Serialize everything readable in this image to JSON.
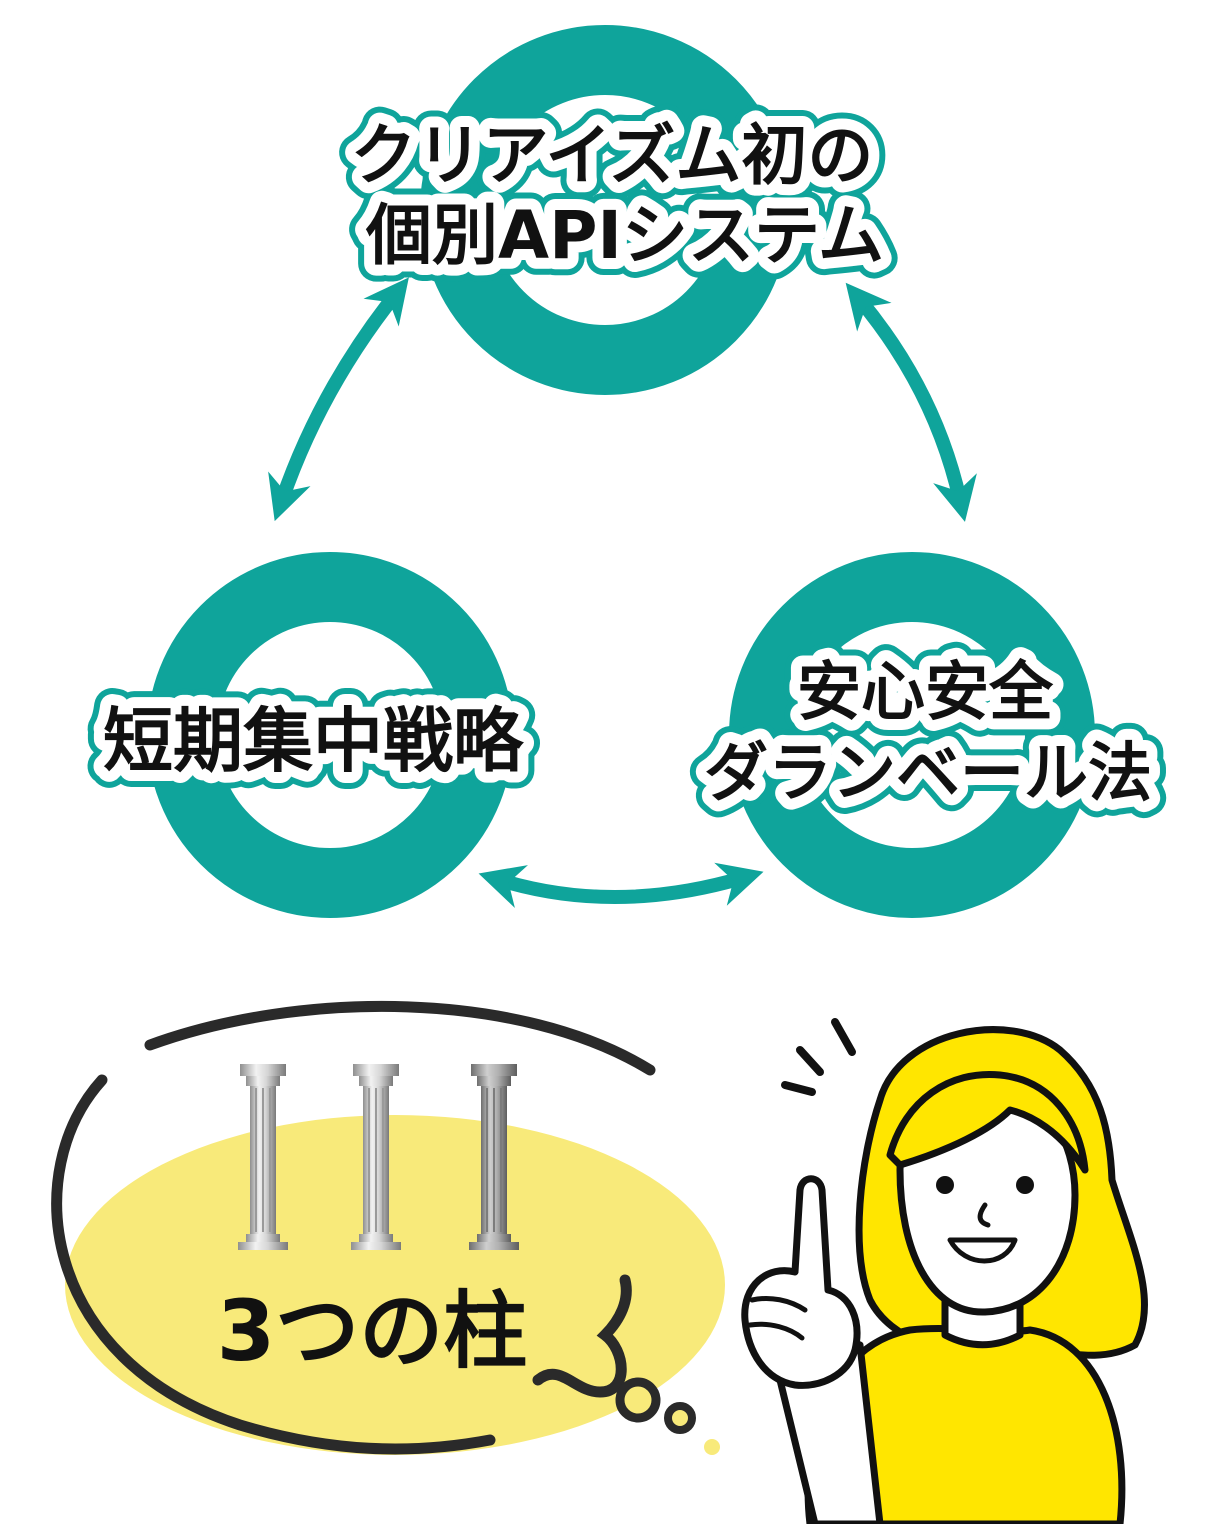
{
  "colors": {
    "teal": "#0fa49b",
    "yellow": "#ffe600",
    "pale_yellow": "#f8ea7a",
    "ink": "#111111"
  },
  "nodes": {
    "top": {
      "line1": "クリアイズム初の",
      "line2": "個別APIシステム"
    },
    "left": {
      "line1": "短期集中戦略"
    },
    "right": {
      "line1": "安心安全",
      "line2": "ダランベール法"
    }
  },
  "thought_bubble": {
    "caption": "3つの柱",
    "icon": "three-greek-pillars-icon"
  },
  "character": {
    "icon": "woman-pointing-up-icon"
  }
}
